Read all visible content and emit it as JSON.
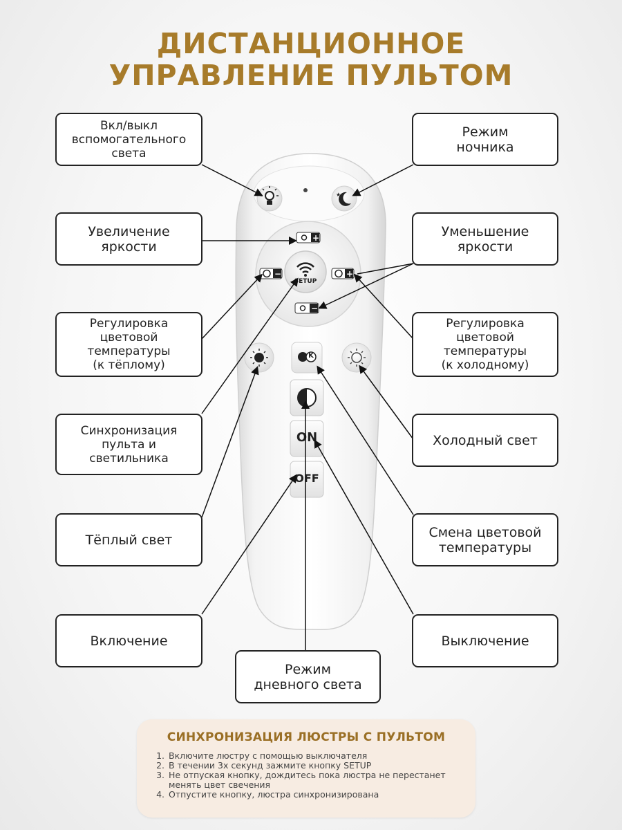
{
  "title": {
    "line1": "ДИСТАНЦИОННОЕ",
    "line2": "УПРАВЛЕНИЕ ПУЛЬТОМ"
  },
  "labels": {
    "aux_light": "Вкл/выкл\nвспомогательного\nсвета",
    "night_mode": "Режим\nночника",
    "brightness_up": "Увеличение\nяркости",
    "brightness_down": "Уменьшение\nяркости",
    "temp_warm": "Регулировка\nцветовой\nтемпературы\n(к тёплому)",
    "temp_cold": "Регулировка\nцветовой\nтемпературы\n(к холодному)",
    "sync": "Синхронизация\nпульта и\nсветильника",
    "cold_light": "Холодный свет",
    "warm_light": "Тёплый свет",
    "temp_change": "Смена цветовой\nтемпературы",
    "power_on": "Включение",
    "power_off": "Выключение",
    "daylight": "Режим\nдневного света"
  },
  "remote": {
    "setup_label": "SETUP",
    "on_label": "ON",
    "off_label": "OFF",
    "k_label": "K"
  },
  "instructions": {
    "title": "СИНХРОНИЗАЦИЯ ЛЮСТРЫ С ПУЛЬТОМ",
    "steps": [
      "Включите люстру с помощью выключателя",
      "В течении 3х секунд зажмите кнопку SETUP",
      "Не отпуская кнопку, дождитесь пока люстра не перестанет менять цвет свечения",
      "Отпустите кнопку, люстра синхронизирована"
    ]
  },
  "colors": {
    "title": "#a77b2a",
    "instr_bg": "#f7ece2",
    "instr_title": "#9a6f25"
  }
}
